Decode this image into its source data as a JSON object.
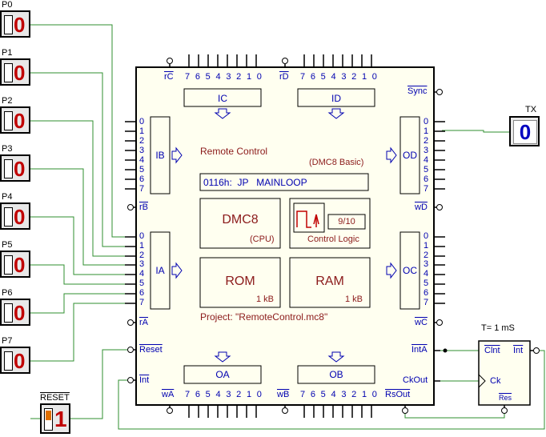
{
  "colors": {
    "wire": "#2f8f2f",
    "label_blue": "#0000b0",
    "text_red": "#8b1a1a",
    "chip_bg": "#fffff0",
    "led_red": "#c00000",
    "led_blue": "#0000c0"
  },
  "inputs": [
    {
      "label": "P0",
      "value": "0"
    },
    {
      "label": "P1",
      "value": "0"
    },
    {
      "label": "P2",
      "value": "0"
    },
    {
      "label": "P3",
      "value": "0"
    },
    {
      "label": "P4",
      "value": "0"
    },
    {
      "label": "P5",
      "value": "0"
    },
    {
      "label": "P6",
      "value": "0"
    },
    {
      "label": "P7",
      "value": "0"
    }
  ],
  "reset": {
    "label": "RESET",
    "value": "1"
  },
  "tx": {
    "label": "TX",
    "value": "0"
  },
  "chip": {
    "title": "Remote Control",
    "variant": "(DMC8 Basic)",
    "instruction": "0116h:  JP   MAINLOOP",
    "cpu_name": "DMC8",
    "cpu_sub": "(CPU)",
    "control_label": "Control Logic",
    "control_step": "9/10",
    "rom_name": "ROM",
    "rom_size": "1 kB",
    "ram_name": "RAM",
    "ram_size": "1 kB",
    "project": "Project: \"RemoteControl.mc8\"",
    "ports": {
      "ic": "IC",
      "id": "ID",
      "ib": "IB",
      "ia": "IA",
      "od": "OD",
      "oc": "OC",
      "oa": "OA",
      "ob": "OB"
    },
    "pins": {
      "rc": "rC",
      "rd": "rD",
      "sync": "Sync",
      "rb": "rB",
      "ra": "rA",
      "wd": "wD",
      "wc": "wC",
      "reset": "Reset",
      "int": "Int",
      "inta": "IntA",
      "ckout": "CkOut",
      "rsout": "RsOut",
      "wa": "wA",
      "wb": "wB"
    },
    "bit_labels": [
      "7",
      "6",
      "5",
      "4",
      "3",
      "2",
      "1",
      "0"
    ],
    "side_bits": [
      "0",
      "1",
      "2",
      "3",
      "4",
      "5",
      "6",
      "7"
    ]
  },
  "timer": {
    "title": "T= 1 mS",
    "clnt": "Clnt",
    "int": "Int",
    "ck": "Ck",
    "res": "Res"
  }
}
